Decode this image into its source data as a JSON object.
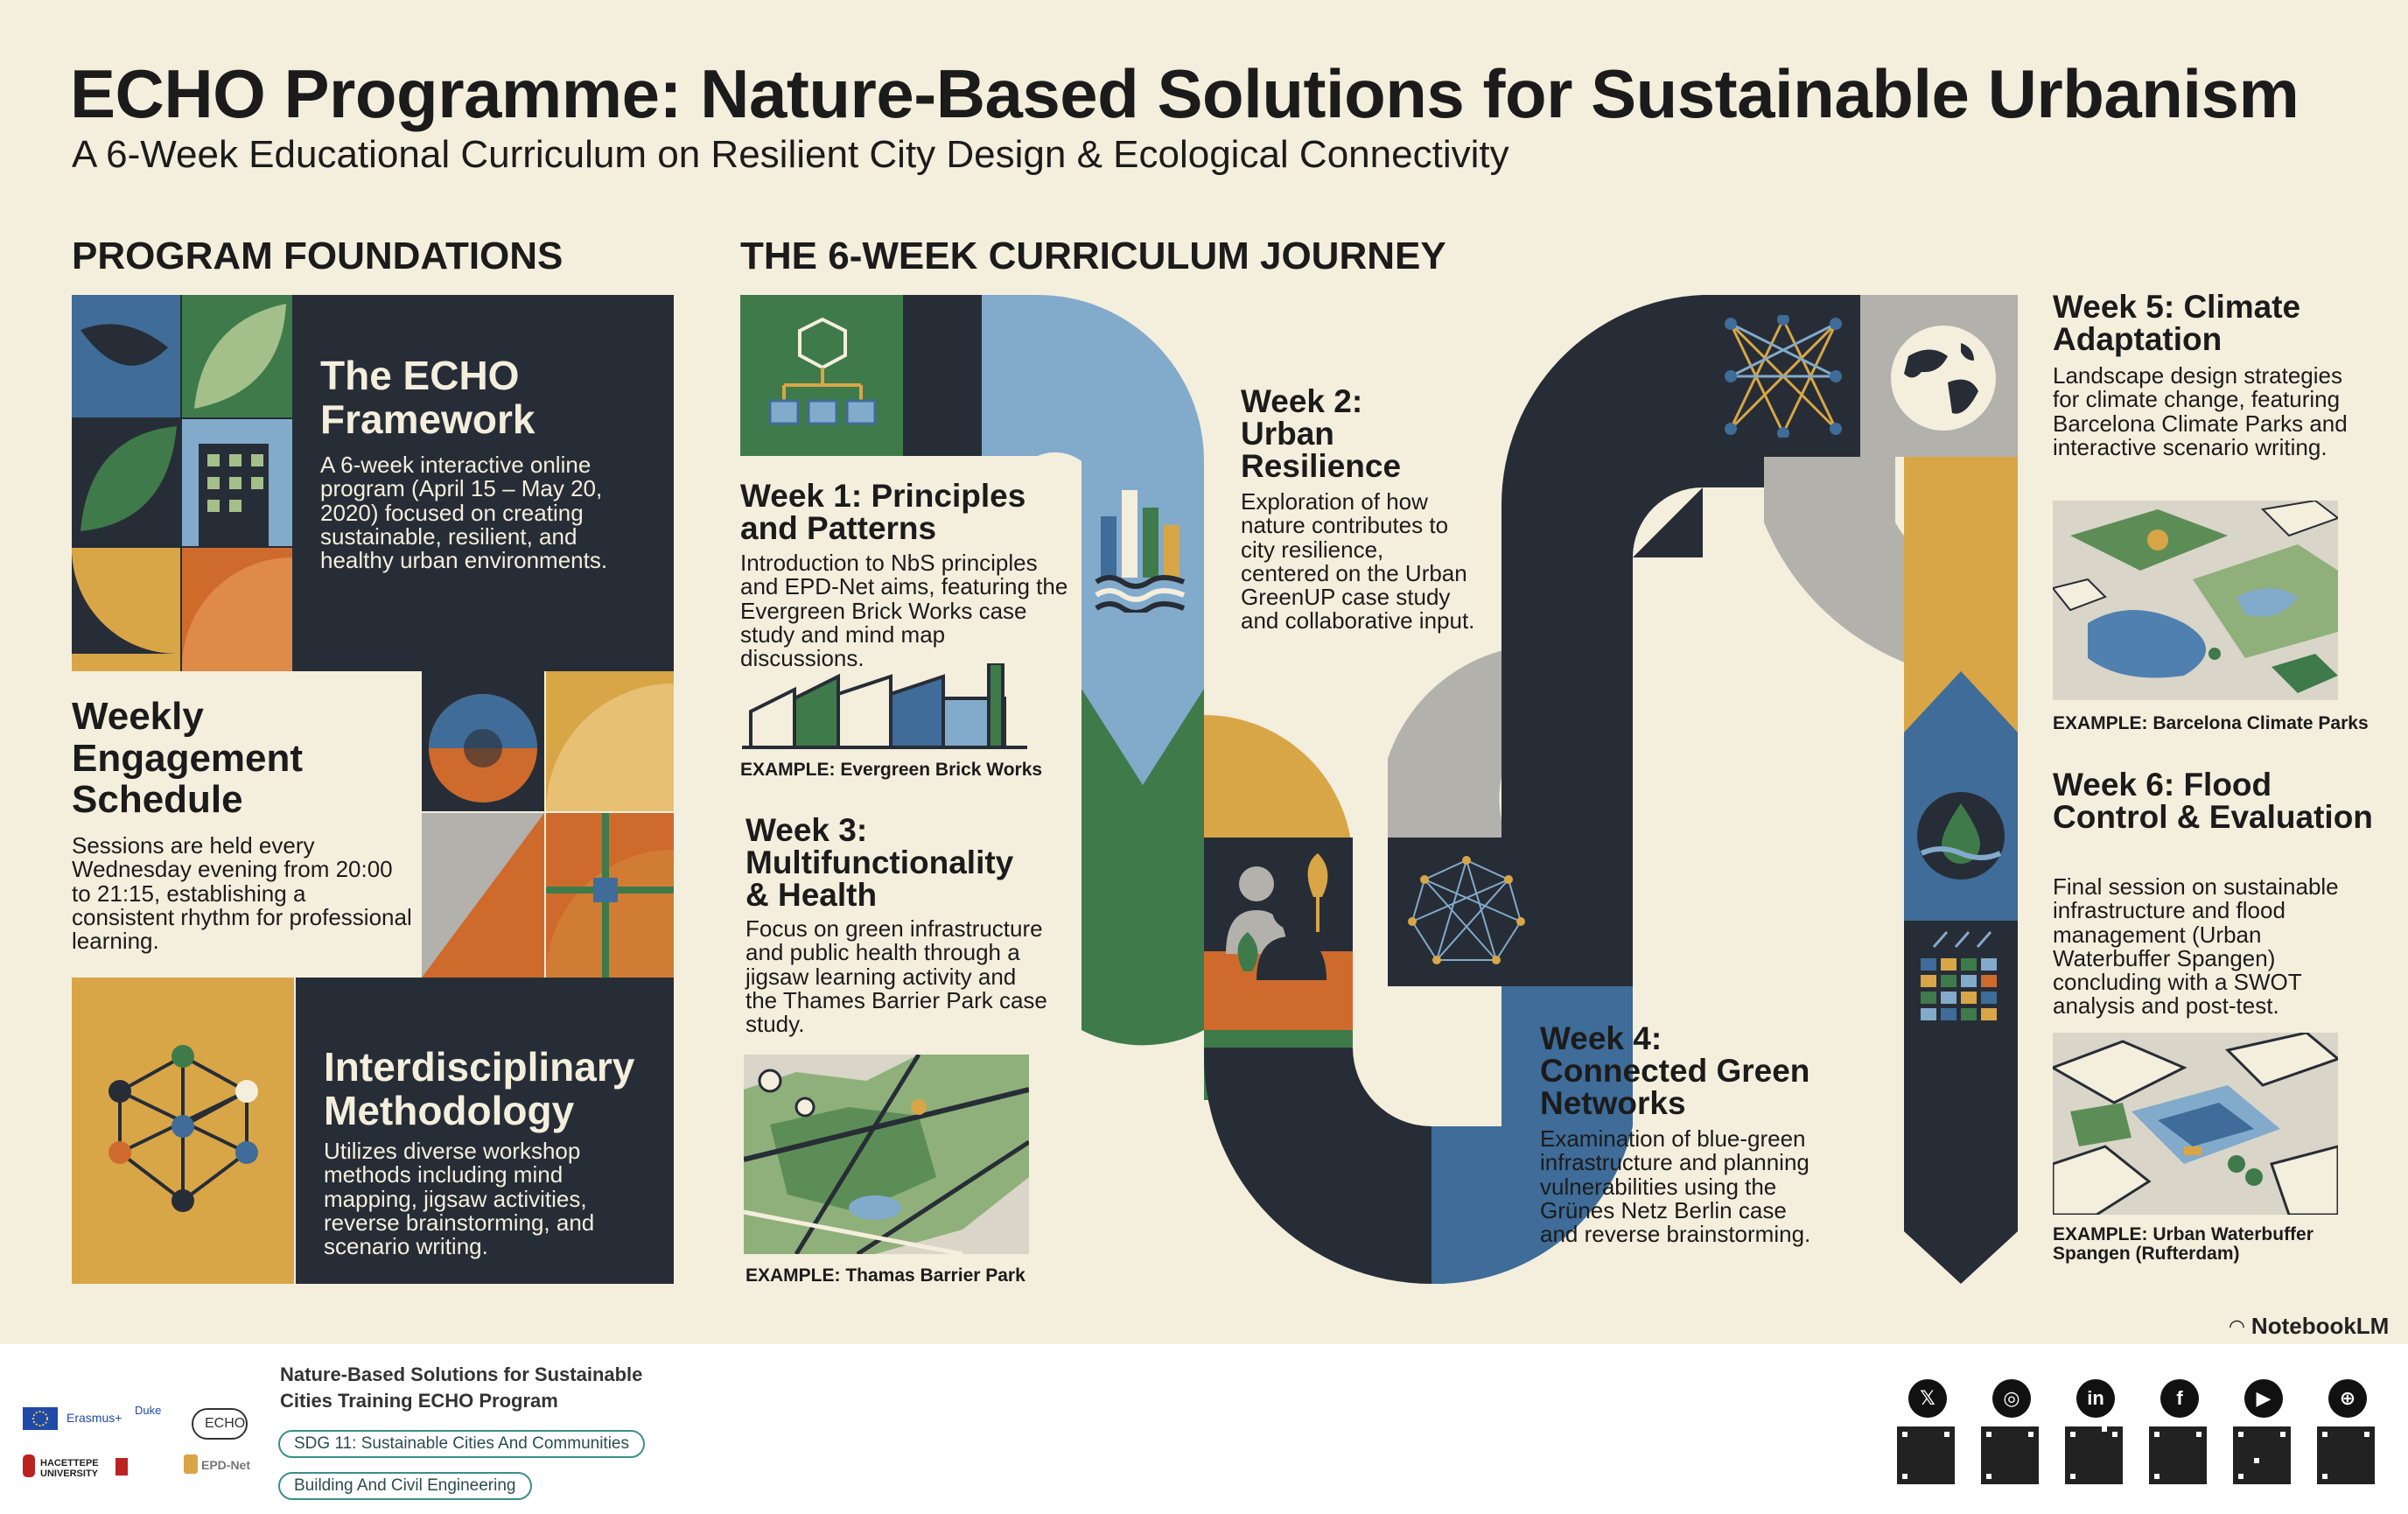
{
  "header": {
    "title": "ECHO Programme: Nature-Based Solutions for Sustainable Urbanism",
    "subtitle": "A 6-Week Educational Curriculum on Resilient City Design & Ecological Connectivity"
  },
  "foundations": {
    "heading": "PROGRAM FOUNDATIONS",
    "framework": {
      "title": "The ECHO Framework",
      "body": "A 6-week interactive online program (April 15 – May 20, 2020) focused on creating sustainable, resilient, and healthy urban environments."
    },
    "schedule": {
      "title": "Weekly Engagement Schedule",
      "body": "Sessions are held every Wednesday evening from 20:00 to 21:15, establishing a consistent rhythm for professional learning."
    },
    "methodology": {
      "title": "Interdisciplinary Methodology",
      "body": "Utilizes diverse workshop methods including mind mapping, jigsaw activities, reverse brainstorming, and scenario writing."
    }
  },
  "curriculum": {
    "heading": "THE 6-WEEK CURRICULUM JOURNEY",
    "weeks": [
      {
        "title": "Week 1: Principles and Patterns",
        "body": "Introduction to NbS principles and EPD-Net aims, featuring the Evergreen Brick Works case study and mind map discussions.",
        "example": "EXAMPLE: Evergreen Brick Works"
      },
      {
        "title": "Week 2: Urban Resilience",
        "body": "Exploration of how nature contributes to city resilience, centered on the Urban GreenUP case study and collaborative input.",
        "example": ""
      },
      {
        "title": "Week 3: Multifunctionality & Health",
        "body": "Focus on green infrastructure and public health through a jigsaw learning activity and the Thames Barrier Park case study.",
        "example": "EXAMPLE: Thamas Barrier Park"
      },
      {
        "title": "Week 4: Connected Green Networks",
        "body": "Examination of blue-green infrastructure and planning vulnerabilities using the Grünes Netz Berlin case and reverse brainstorming.",
        "example": ""
      },
      {
        "title": "Week 5: Climate Adaptation",
        "body": "Landscape design strategies for climate change, featuring Barcelona Climate Parks and interactive scenario writing.",
        "example": "EXAMPLE: Barcelona Climate Parks"
      },
      {
        "title": "Week 6: Flood Control & Evaluation",
        "body": "Final session on sustainable infrastructure and flood management (Urban Waterbuffer Spangen) concluding with a SWOT analysis and post-test.",
        "example": "EXAMPLE: Urban Waterbuffer Spangen (Rufterdam)"
      }
    ]
  },
  "branding": {
    "notebooklm": "NotebookLM"
  },
  "footer": {
    "program_title": "Nature-Based Solutions for Sustainable Cities Training ECHO Program",
    "tags": [
      "SDG 11: Sustainable Cities And Communities",
      "Building And Civil Engineering"
    ],
    "logos": [
      "Erasmus+",
      "Duke",
      "ECHO",
      "HACETTEPE UNIVERSITY",
      "EPD-Net"
    ],
    "social": [
      {
        "icon": "x-icon",
        "glyph": "𝕏"
      },
      {
        "icon": "instagram-icon",
        "glyph": "◎"
      },
      {
        "icon": "linkedin-icon",
        "glyph": "in"
      },
      {
        "icon": "facebook-icon",
        "glyph": "f"
      },
      {
        "icon": "youtube-icon",
        "glyph": "▶"
      },
      {
        "icon": "globe-icon",
        "glyph": "⊕"
      }
    ]
  },
  "colors": {
    "background": "#f4eedd",
    "navy": "#272d36",
    "green": "#3f7b4a",
    "blue": "#3f6c98",
    "lightblue": "#82aacb",
    "mustard": "#d8a647",
    "orange": "#cf6a2d",
    "gray": "#b2b1ac"
  }
}
